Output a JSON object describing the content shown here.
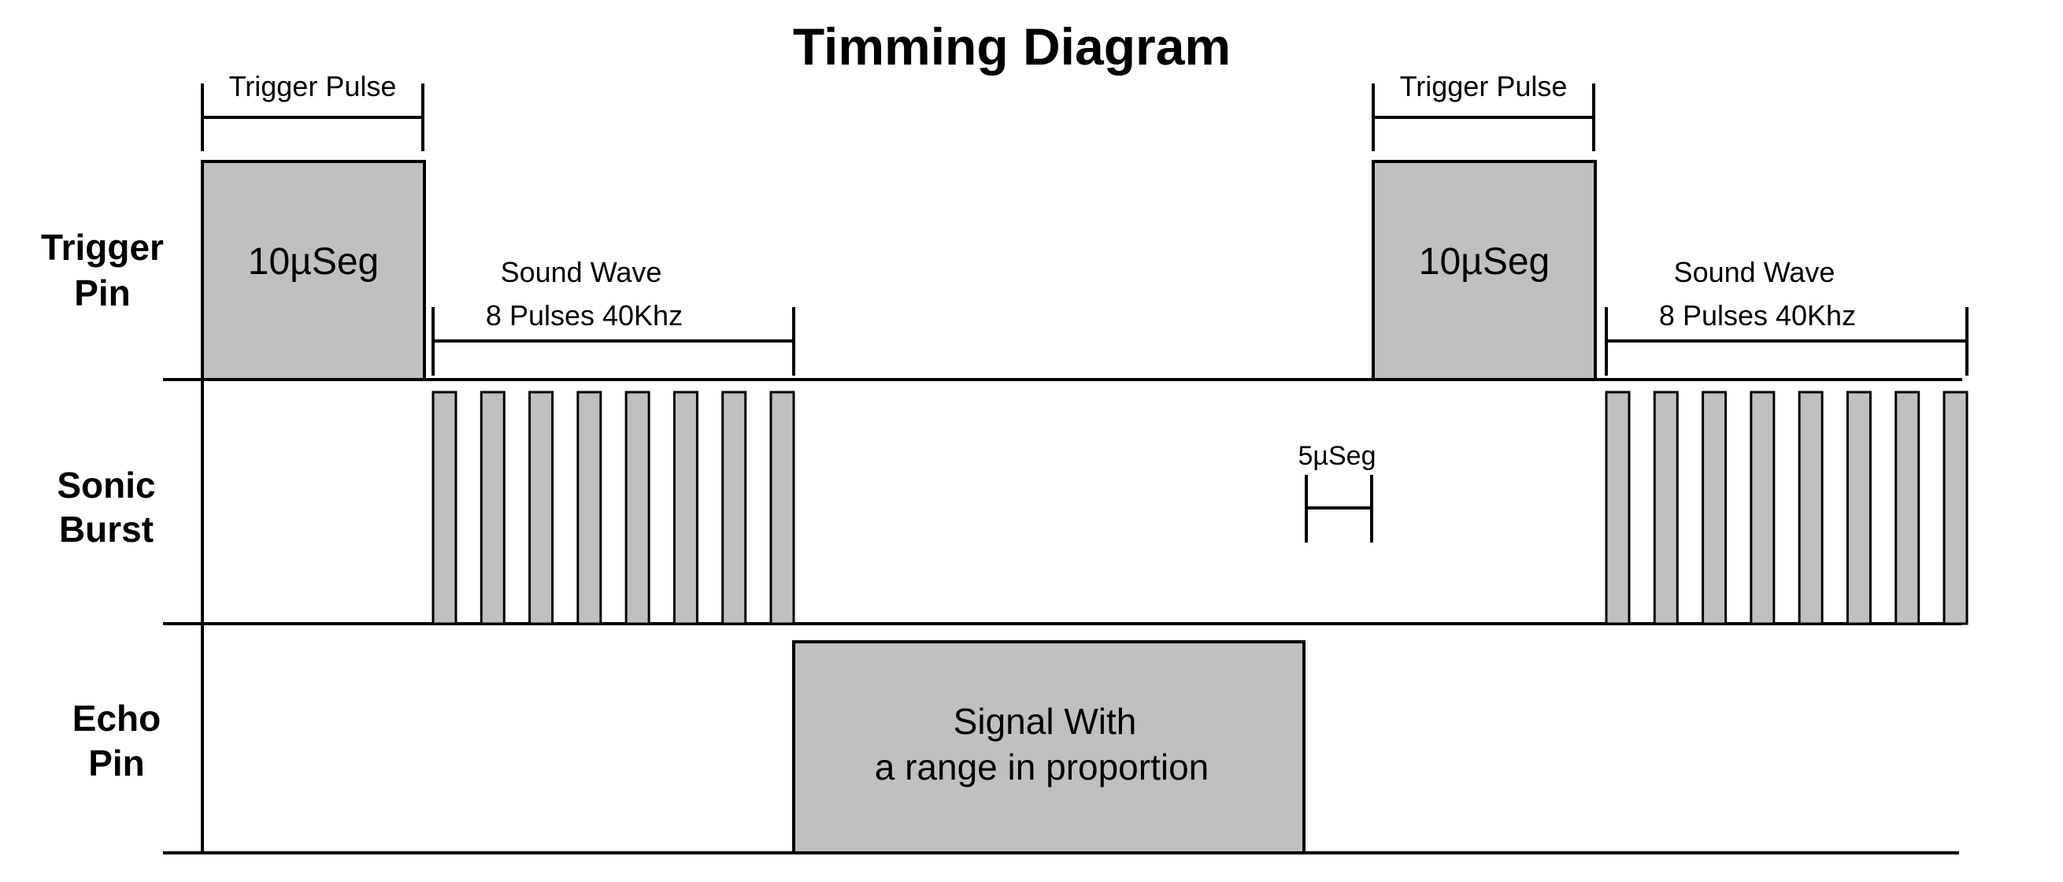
{
  "title": "Timming Diagram",
  "rows": {
    "trigger": [
      "Trigger",
      "Pin"
    ],
    "sonic": [
      "Sonic",
      "Burst"
    ],
    "echo": [
      "Echo",
      "Pin"
    ]
  },
  "trigger_pulse_label": "Trigger Pulse",
  "trigger_box_label": "10µSeg",
  "sound_wave": {
    "line1": "Sound Wave",
    "line2": "8 Pulses 40Khz"
  },
  "pulse_count": 8,
  "gap_label": "5µSeg",
  "echo_signal": {
    "line1": "Signal With",
    "line2": "a range in proportion"
  },
  "colors": {
    "fill": "#c0c0c0",
    "stroke": "#000000",
    "background": "#ffffff"
  }
}
